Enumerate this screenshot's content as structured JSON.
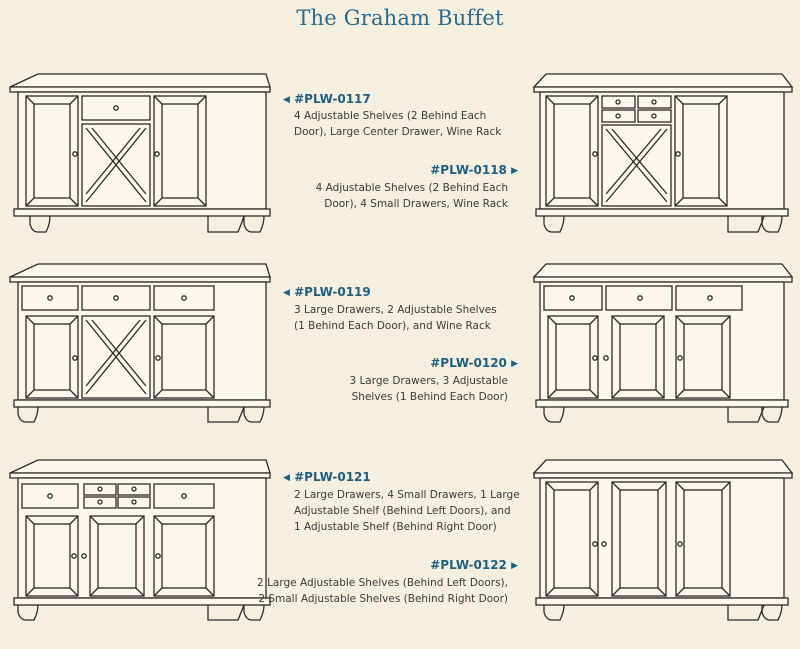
{
  "title": "The Graham Buffet",
  "products": [
    {
      "sku": "#PLW-0117",
      "description": [
        "4 Adjustable Shelves (2 Behind Each",
        "Door), Large Center Drawer, Wine Rack"
      ]
    },
    {
      "sku": "#PLW-0118",
      "description": [
        "4 Adjustable Shelves (2 Behind Each",
        "Door), 4 Small Drawers, Wine Rack"
      ]
    },
    {
      "sku": "#PLW-0119",
      "description": [
        "3 Large Drawers, 2 Adjustable Shelves",
        "(1 Behind Each Door), and Wine Rack"
      ]
    },
    {
      "sku": "#PLW-0120",
      "description": [
        "3 Large Drawers, 3 Adjustable",
        "Shelves (1 Behind Each Door)"
      ]
    },
    {
      "sku": "#PLW-0121",
      "description": [
        "2 Large Drawers, 4 Small Drawers, 1 Large",
        "Adjustable Shelf (Behind Left Doors), and",
        "1 Adjustable Shelf (Behind Right Door)"
      ]
    },
    {
      "sku": "#PLW-0122",
      "description": [
        "2 Large Adjustable Shelves (Behind Left Doors),",
        "2 Small Adjustable Shelves (Behind Right Door)"
      ]
    }
  ],
  "icons": {
    "left_arrow": "arrow-left-icon",
    "right_arrow": "arrow-right-icon"
  },
  "colors": {
    "background": "#f5efdf",
    "title": "#2a6a8a",
    "sku": "#1e5e80",
    "text": "#3a3a3a",
    "line": "#2b2b2b"
  }
}
